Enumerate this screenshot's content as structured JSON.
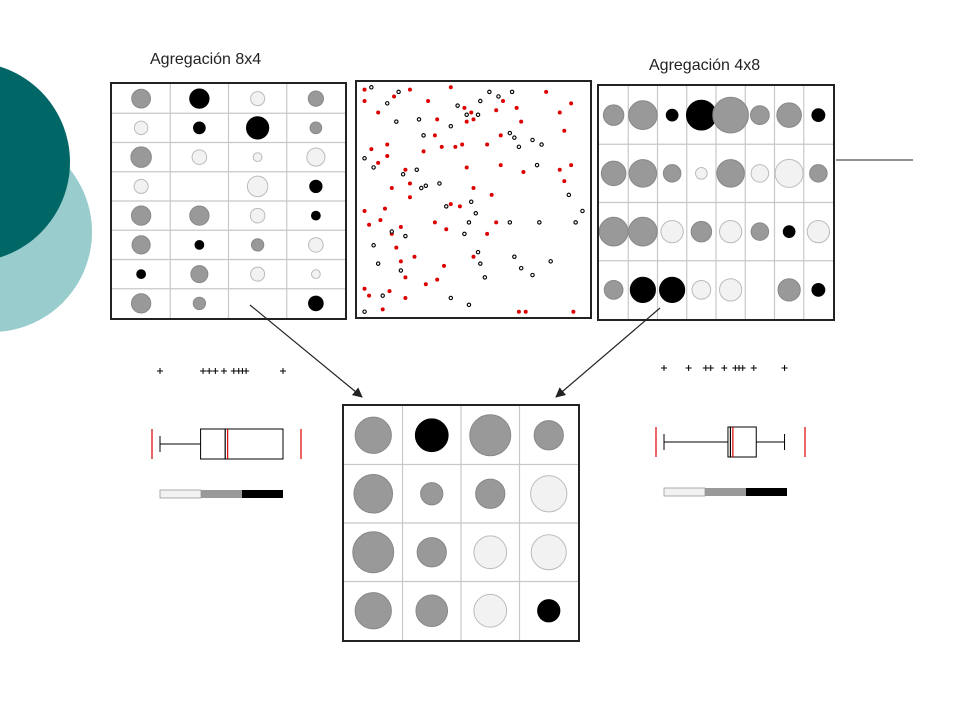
{
  "colors": {
    "dark_circle": "#006666",
    "light_circle": "#99cccc",
    "sym_light": "#f2f2f2",
    "sym_mid": "#999999",
    "sym_dark": "#000000",
    "point_red": "#dd0000",
    "point_black": "#000000",
    "grid_line": "#c8c8c8",
    "box_median": "#dd0000"
  },
  "labels": {
    "agg_8x4": "Agregación 8x4",
    "agg_4x8": "Agregación 4x8"
  },
  "grids": {
    "agg_8x4": [
      [
        {
          "v": "m",
          "s": 0.64
        },
        {
          "v": "d",
          "s": 0.66
        },
        {
          "v": "l",
          "s": 0.48
        },
        {
          "v": "m",
          "s": 0.52
        }
      ],
      [
        {
          "v": "l",
          "s": 0.46
        },
        {
          "v": "d",
          "s": 0.4
        },
        {
          "v": "d",
          "s": 0.76
        },
        {
          "v": "m",
          "s": 0.4
        }
      ],
      [
        {
          "v": "m",
          "s": 0.7
        },
        {
          "v": "l",
          "s": 0.5
        },
        {
          "v": "l",
          "s": 0.3
        },
        {
          "v": "l",
          "s": 0.62
        }
      ],
      [
        {
          "v": "l",
          "s": 0.48
        },
        null,
        {
          "v": "l",
          "s": 0.7
        },
        {
          "v": "d",
          "s": 0.42
        }
      ],
      [
        {
          "v": "m",
          "s": 0.66
        },
        {
          "v": "m",
          "s": 0.66
        },
        {
          "v": "l",
          "s": 0.5
        },
        {
          "v": "d",
          "s": 0.3
        }
      ],
      [
        {
          "v": "m",
          "s": 0.62
        },
        {
          "v": "d",
          "s": 0.3
        },
        {
          "v": "m",
          "s": 0.42
        },
        {
          "v": "l",
          "s": 0.5
        }
      ],
      [
        {
          "v": "d",
          "s": 0.3
        },
        {
          "v": "m",
          "s": 0.58
        },
        {
          "v": "l",
          "s": 0.48
        },
        {
          "v": "l",
          "s": 0.3
        }
      ],
      [
        {
          "v": "m",
          "s": 0.66
        },
        {
          "v": "m",
          "s": 0.42
        },
        null,
        {
          "v": "d",
          "s": 0.5
        }
      ]
    ],
    "agg_4x8": [
      [
        {
          "v": "m",
          "s": 0.7
        },
        {
          "v": "m",
          "s": 0.98
        },
        {
          "v": "d",
          "s": 0.4
        },
        {
          "v": "d",
          "s": 1.02
        },
        {
          "v": "m",
          "s": 1.22
        },
        {
          "v": "m",
          "s": 0.64
        },
        {
          "v": "m",
          "s": 0.84
        },
        {
          "v": "d",
          "s": 0.44
        }
      ],
      [
        {
          "v": "m",
          "s": 0.84
        },
        {
          "v": "m",
          "s": 0.94
        },
        {
          "v": "m",
          "s": 0.6
        },
        {
          "v": "l",
          "s": 0.4
        },
        {
          "v": "m",
          "s": 0.94
        },
        {
          "v": "l",
          "s": 0.6
        },
        {
          "v": "l",
          "s": 0.96
        },
        {
          "v": "m",
          "s": 0.6
        }
      ],
      [
        {
          "v": "m",
          "s": 0.98
        },
        {
          "v": "m",
          "s": 0.98
        },
        {
          "v": "l",
          "s": 0.76
        },
        {
          "v": "m",
          "s": 0.7
        },
        {
          "v": "l",
          "s": 0.76
        },
        {
          "v": "m",
          "s": 0.6
        },
        {
          "v": "d",
          "s": 0.4
        },
        {
          "v": "l",
          "s": 0.76
        }
      ],
      [
        {
          "v": "m",
          "s": 0.64
        },
        {
          "v": "d",
          "s": 0.86
        },
        {
          "v": "d",
          "s": 0.86
        },
        {
          "v": "l",
          "s": 0.64
        },
        {
          "v": "l",
          "s": 0.76
        },
        null,
        {
          "v": "m",
          "s": 0.76
        },
        {
          "v": "d",
          "s": 0.44
        }
      ]
    ],
    "agg_4x4": [
      [
        {
          "v": "m",
          "s": 0.62
        },
        {
          "v": "d",
          "s": 0.56
        },
        {
          "v": "m",
          "s": 0.7
        },
        {
          "v": "m",
          "s": 0.5
        }
      ],
      [
        {
          "v": "m",
          "s": 0.66
        },
        {
          "v": "m",
          "s": 0.38
        },
        {
          "v": "m",
          "s": 0.5
        },
        {
          "v": "l",
          "s": 0.62
        }
      ],
      [
        {
          "v": "m",
          "s": 0.7
        },
        {
          "v": "m",
          "s": 0.5
        },
        {
          "v": "l",
          "s": 0.56
        },
        {
          "v": "l",
          "s": 0.6
        }
      ],
      [
        {
          "v": "m",
          "s": 0.62
        },
        {
          "v": "m",
          "s": 0.54
        },
        {
          "v": "l",
          "s": 0.56
        },
        {
          "v": "d",
          "s": 0.38
        }
      ]
    ]
  },
  "point_pattern": {
    "red": [
      [
        0.02,
        0.02
      ],
      [
        0.22,
        0.02
      ],
      [
        0.4,
        0.01
      ],
      [
        0.46,
        0.1
      ],
      [
        0.49,
        0.12
      ],
      [
        0.5,
        0.15
      ],
      [
        0.47,
        0.16
      ],
      [
        0.6,
        0.11
      ],
      [
        0.02,
        0.07
      ],
      [
        0.08,
        0.12
      ],
      [
        0.15,
        0.05
      ],
      [
        0.3,
        0.07
      ],
      [
        0.34,
        0.15
      ],
      [
        0.56,
        0.26
      ],
      [
        0.62,
        0.35
      ],
      [
        0.62,
        0.22
      ],
      [
        0.63,
        0.07
      ],
      [
        0.69,
        0.1
      ],
      [
        0.71,
        0.16
      ],
      [
        0.88,
        0.12
      ],
      [
        0.93,
        0.08
      ],
      [
        0.9,
        0.2
      ],
      [
        0.82,
        0.03
      ],
      [
        0.05,
        0.28
      ],
      [
        0.08,
        0.34
      ],
      [
        0.12,
        0.26
      ],
      [
        0.12,
        0.31
      ],
      [
        0.14,
        0.45
      ],
      [
        0.2,
        0.37
      ],
      [
        0.22,
        0.43
      ],
      [
        0.22,
        0.49
      ],
      [
        0.28,
        0.29
      ],
      [
        0.33,
        0.22
      ],
      [
        0.36,
        0.27
      ],
      [
        0.42,
        0.27
      ],
      [
        0.45,
        0.26
      ],
      [
        0.47,
        0.36
      ],
      [
        0.5,
        0.45
      ],
      [
        0.02,
        0.55
      ],
      [
        0.04,
        0.61
      ],
      [
        0.09,
        0.59
      ],
      [
        0.11,
        0.54
      ],
      [
        0.14,
        0.65
      ],
      [
        0.18,
        0.62
      ],
      [
        0.16,
        0.71
      ],
      [
        0.18,
        0.77
      ],
      [
        0.2,
        0.84
      ],
      [
        0.13,
        0.9
      ],
      [
        0.2,
        0.93
      ],
      [
        0.29,
        0.87
      ],
      [
        0.34,
        0.85
      ],
      [
        0.37,
        0.79
      ],
      [
        0.38,
        0.63
      ],
      [
        0.4,
        0.52
      ],
      [
        0.44,
        0.53
      ],
      [
        0.5,
        0.75
      ],
      [
        0.56,
        0.65
      ],
      [
        0.58,
        0.48
      ],
      [
        0.6,
        0.6
      ],
      [
        0.72,
        0.38
      ],
      [
        0.88,
        0.37
      ],
      [
        0.9,
        0.42
      ],
      [
        0.93,
        0.35
      ],
      [
        0.94,
        0.99
      ],
      [
        0.1,
        0.98
      ],
      [
        0.04,
        0.92
      ],
      [
        0.02,
        0.89
      ],
      [
        0.24,
        0.75
      ],
      [
        0.33,
        0.6
      ],
      [
        0.7,
        0.99
      ],
      [
        0.73,
        0.99
      ]
    ],
    "black": [
      [
        0.05,
        0.01
      ],
      [
        0.17,
        0.03
      ],
      [
        0.12,
        0.08
      ],
      [
        0.16,
        0.16
      ],
      [
        0.26,
        0.15
      ],
      [
        0.28,
        0.22
      ],
      [
        0.4,
        0.18
      ],
      [
        0.43,
        0.09
      ],
      [
        0.47,
        0.13
      ],
      [
        0.52,
        0.13
      ],
      [
        0.53,
        0.07
      ],
      [
        0.57,
        0.03
      ],
      [
        0.61,
        0.05
      ],
      [
        0.67,
        0.03
      ],
      [
        0.7,
        0.27
      ],
      [
        0.66,
        0.21
      ],
      [
        0.68,
        0.23
      ],
      [
        0.76,
        0.24
      ],
      [
        0.78,
        0.35
      ],
      [
        0.8,
        0.26
      ],
      [
        0.02,
        0.32
      ],
      [
        0.06,
        0.36
      ],
      [
        0.19,
        0.39
      ],
      [
        0.25,
        0.37
      ],
      [
        0.27,
        0.45
      ],
      [
        0.29,
        0.44
      ],
      [
        0.35,
        0.43
      ],
      [
        0.38,
        0.53
      ],
      [
        0.49,
        0.51
      ],
      [
        0.51,
        0.56
      ],
      [
        0.48,
        0.6
      ],
      [
        0.06,
        0.7
      ],
      [
        0.08,
        0.78
      ],
      [
        0.1,
        0.92
      ],
      [
        0.14,
        0.64
      ],
      [
        0.18,
        0.81
      ],
      [
        0.2,
        0.66
      ],
      [
        0.46,
        0.65
      ],
      [
        0.52,
        0.73
      ],
      [
        0.53,
        0.78
      ],
      [
        0.55,
        0.84
      ],
      [
        0.68,
        0.75
      ],
      [
        0.71,
        0.8
      ],
      [
        0.76,
        0.83
      ],
      [
        0.92,
        0.48
      ],
      [
        0.98,
        0.55
      ],
      [
        0.95,
        0.6
      ],
      [
        0.84,
        0.77
      ],
      [
        0.4,
        0.93
      ],
      [
        0.48,
        0.96
      ],
      [
        0.66,
        0.6
      ],
      [
        0.79,
        0.6
      ],
      [
        0.02,
        0.99
      ]
    ]
  },
  "summaries": {
    "left": {
      "crosses": [
        0.0,
        0.35,
        0.4,
        0.45,
        0.52,
        0.6,
        0.64,
        0.67,
        0.7,
        1.0
      ],
      "whisker_low": 0.0,
      "q1": 0.33,
      "median": 0.53,
      "mean": 0.55,
      "q3": 1.0,
      "whisker_high": 1.0
    },
    "right": {
      "crosses": [
        0.0,
        0.2,
        0.34,
        0.38,
        0.49,
        0.58,
        0.61,
        0.64,
        0.73,
        0.98
      ],
      "whisker_low": 0.0,
      "q1": 0.52,
      "median": 0.54,
      "mean": 0.56,
      "q3": 0.75,
      "whisker_high": 0.98
    }
  }
}
